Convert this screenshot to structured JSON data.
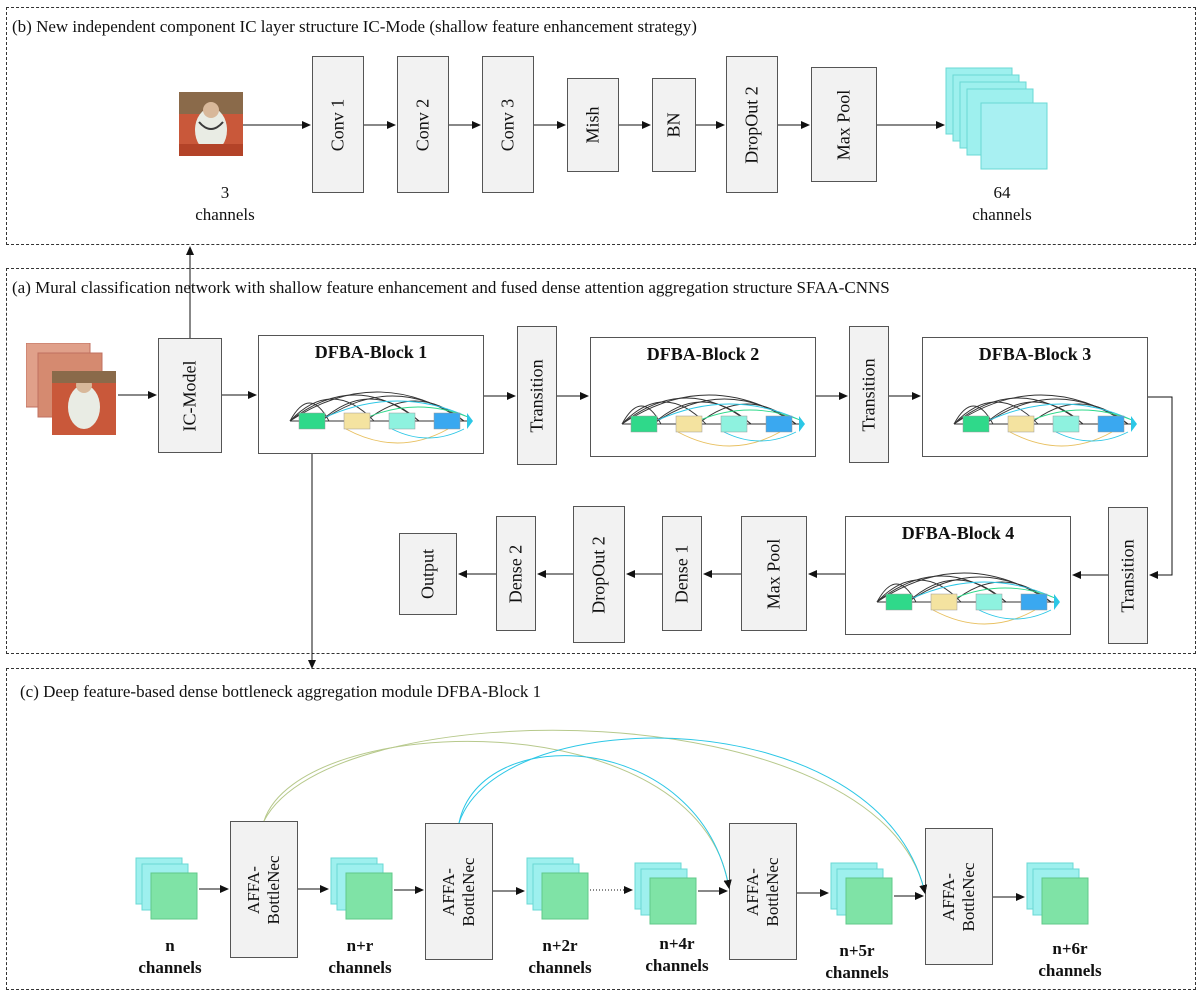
{
  "panel_b": {
    "title": "(b) New independent component IC layer structure IC-Mode (shallow feature enhancement strategy)",
    "layers": [
      "Conv 1",
      "Conv 2",
      "Conv 3",
      "Mish",
      "BN",
      "DropOut 2",
      "Max Pool"
    ],
    "input_count": "3",
    "input_unit": "channels",
    "output_count": "64",
    "output_unit": "channels"
  },
  "panel_a": {
    "title": "(a) Mural classification network with shallow feature enhancement and fused dense attention aggregation structure SFAA-CNNS",
    "ic_model": "IC-Model",
    "blocks": [
      "DFBA-Block 1",
      "DFBA-Block 2",
      "DFBA-Block 3",
      "DFBA-Block 4"
    ],
    "transition": "Transition",
    "tail_layers": [
      "Max Pool",
      "Dense 1",
      "DropOut 2",
      "Dense 2",
      "Output"
    ]
  },
  "panel_c": {
    "title": "(c) Deep feature-based dense bottleneck aggregation module DFBA-Block 1",
    "bottleneck_line1": "AFFA-",
    "bottleneck_line2": "BottleNec",
    "features": [
      {
        "count": "n",
        "unit": "channels"
      },
      {
        "count": "n+r",
        "unit": "channels"
      },
      {
        "count": "n+2r",
        "unit": "channels"
      },
      {
        "count": "n+4r",
        "unit": "channels"
      },
      {
        "count": "n+5r",
        "unit": "channels"
      },
      {
        "count": "n+6r",
        "unit": "channels"
      }
    ]
  },
  "colors": {
    "feature_green": "#7fe3a6",
    "feature_cyan": "#9ef0ee",
    "mini_green": "#2fd98a",
    "mini_yellow": "#f4e3a0",
    "mini_cyan": "#8ef2df",
    "mini_blue": "#3aa8f0",
    "curve_green": "#b7c98c",
    "curve_cyan": "#2cc7e6"
  },
  "icons": {
    "mural": "mural-thumbnail-icon",
    "mural_stack": "mural-stack-icon"
  }
}
